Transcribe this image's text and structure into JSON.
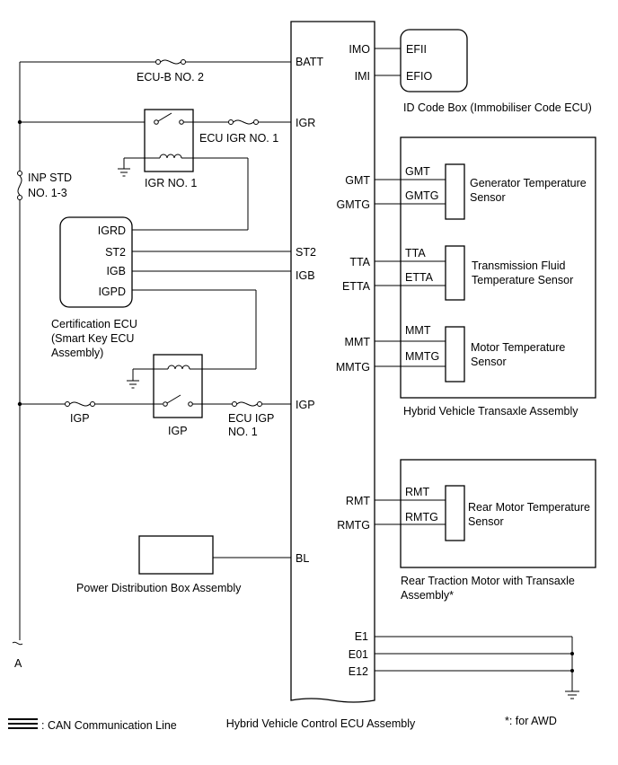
{
  "ecu_main": {
    "title": "Hybrid Vehicle Control ECU Assembly"
  },
  "ecu_terminals": {
    "batt": "BATT",
    "igr": "IGR",
    "st2": "ST2",
    "igb": "IGB",
    "igp": "IGP",
    "bl": "BL",
    "imo": "IMO",
    "imi": "IMI",
    "gmt": "GMT",
    "gmtg": "GMTG",
    "tta": "TTA",
    "etta": "ETTA",
    "mmt": "MMT",
    "mmtg": "MMTG",
    "rmt": "RMT",
    "rmtg": "RMTG",
    "e1": "E1",
    "e01": "E01",
    "e12": "E12"
  },
  "id_code_box": {
    "title": "ID Code Box (Immobiliser Code ECU)",
    "pin_efii": "EFII",
    "pin_efio": "EFIO"
  },
  "transaxle": {
    "title": "Hybrid Vehicle Transaxle Assembly",
    "gen_sensor_line1": "Generator Temperature",
    "gen_sensor_line2": "Sensor",
    "gen_pin1": "GMT",
    "gen_pin2": "GMTG",
    "fluid_sensor_line1": "Transmission Fluid",
    "fluid_sensor_line2": "Temperature Sensor",
    "fluid_pin1": "TTA",
    "fluid_pin2": "ETTA",
    "motor_sensor_line1": "Motor Temperature",
    "motor_sensor_line2": "Sensor",
    "motor_pin1": "MMT",
    "motor_pin2": "MMTG"
  },
  "rear_motor": {
    "title_line1": "Rear Traction Motor with Transaxle",
    "title_line2": "Assembly*",
    "sensor_line1": "Rear Motor Temperature",
    "sensor_line2": "Sensor",
    "pin1": "RMT",
    "pin2": "RMTG"
  },
  "cert_ecu": {
    "title_line1": "Certification ECU",
    "title_line2": "(Smart Key ECU",
    "title_line3": "Assembly)",
    "pin_igrd": "IGRD",
    "pin_st2": "ST2",
    "pin_igb": "IGB",
    "pin_igpd": "IGPD"
  },
  "fuses": {
    "ecu_b": "ECU-B NO. 2",
    "ecu_igr": "ECU IGR NO. 1",
    "inp_std_line1": "INP STD",
    "inp_std_line2": "NO. 1-3",
    "igp": "IGP",
    "ecu_igp_line1": "ECU IGP",
    "ecu_igp_line2": "NO. 1"
  },
  "relays": {
    "igr": "IGR NO. 1",
    "igp": "IGP"
  },
  "pdb": {
    "title": "Power Distribution Box Assembly"
  },
  "connector_a": "A",
  "legend": {
    "can_line": ": CAN Communication Line"
  },
  "footnote": "*: for AWD"
}
